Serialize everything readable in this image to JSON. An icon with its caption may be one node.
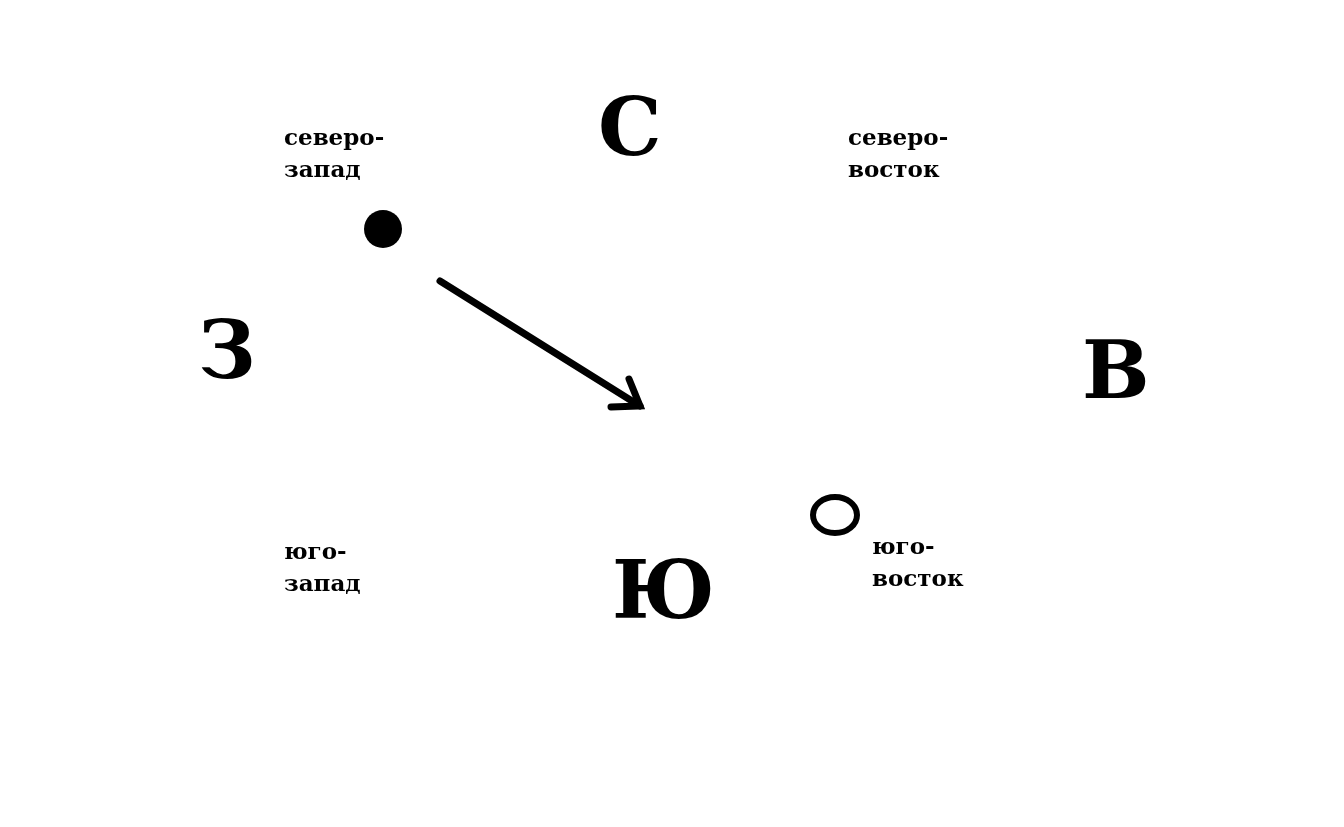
{
  "diagram": {
    "labels": [
      "северо-запад",
      "С",
      "северо-восток",
      "З",
      "В",
      "юго-запад",
      "Ю",
      "юго-восток"
    ]
  }
}
